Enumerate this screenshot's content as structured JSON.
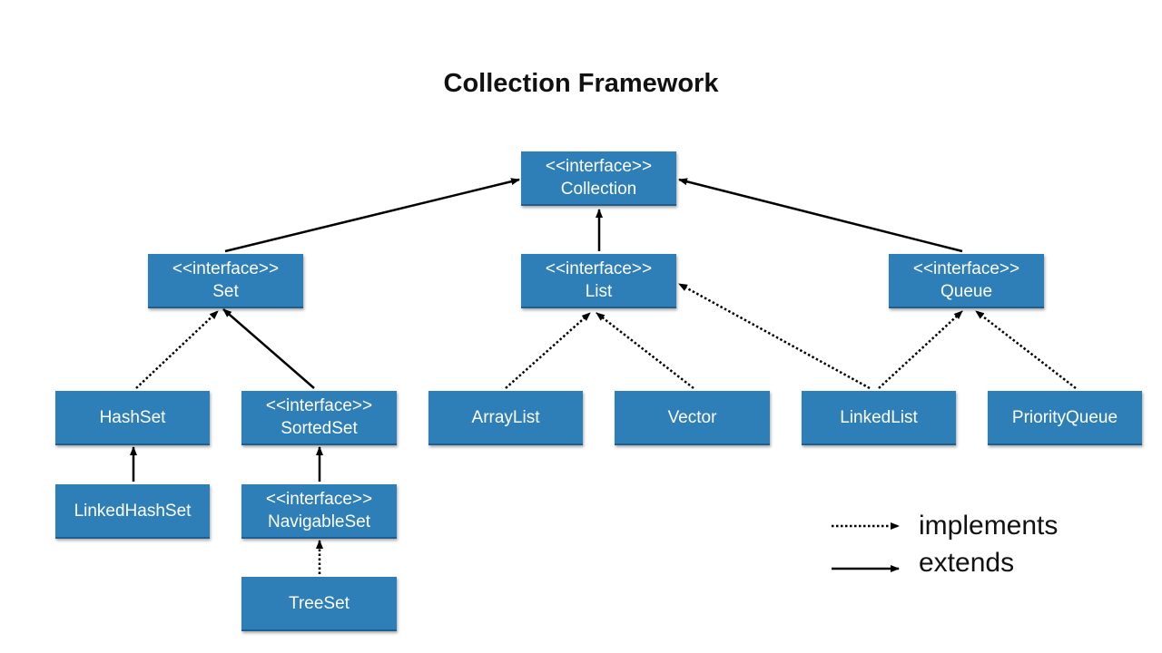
{
  "title": "Collection Framework",
  "colors": {
    "box_fill": "#2e7fb8",
    "box_text": "#ffffff",
    "arrow": "#000000"
  },
  "nodes": {
    "collection": {
      "stereotype": "<<interface>>",
      "label": "Collection"
    },
    "set": {
      "stereotype": "<<interface>>",
      "label": "Set"
    },
    "list": {
      "stereotype": "<<interface>>",
      "label": "List"
    },
    "queue": {
      "stereotype": "<<interface>>",
      "label": "Queue"
    },
    "hashset": {
      "label": "HashSet"
    },
    "sortedset": {
      "stereotype": "<<interface>>",
      "label": "SortedSet"
    },
    "arraylist": {
      "label": "ArrayList"
    },
    "vector": {
      "label": "Vector"
    },
    "linkedlist": {
      "label": "LinkedList"
    },
    "priorityqueue": {
      "label": "PriorityQueue"
    },
    "linkedhashset": {
      "label": "LinkedHashSet"
    },
    "navigableset": {
      "stereotype": "<<interface>>",
      "label": "NavigableSet"
    },
    "treeset": {
      "label": "TreeSet"
    }
  },
  "edges": [
    {
      "from": "set",
      "to": "collection",
      "kind": "extends"
    },
    {
      "from": "list",
      "to": "collection",
      "kind": "extends"
    },
    {
      "from": "queue",
      "to": "collection",
      "kind": "extends"
    },
    {
      "from": "hashset",
      "to": "set",
      "kind": "implements"
    },
    {
      "from": "sortedset",
      "to": "set",
      "kind": "extends"
    },
    {
      "from": "arraylist",
      "to": "list",
      "kind": "implements"
    },
    {
      "from": "vector",
      "to": "list",
      "kind": "implements"
    },
    {
      "from": "linkedlist",
      "to": "list",
      "kind": "implements"
    },
    {
      "from": "linkedlist",
      "to": "queue",
      "kind": "implements"
    },
    {
      "from": "priorityqueue",
      "to": "queue",
      "kind": "implements"
    },
    {
      "from": "linkedhashset",
      "to": "hashset",
      "kind": "extends"
    },
    {
      "from": "navigableset",
      "to": "sortedset",
      "kind": "extends"
    },
    {
      "from": "treeset",
      "to": "navigableset",
      "kind": "implements"
    }
  ],
  "legend": {
    "implements_label": "implements",
    "extends_label": "extends"
  }
}
